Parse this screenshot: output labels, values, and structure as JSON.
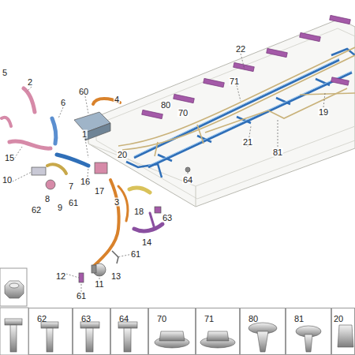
{
  "diagram": {
    "nodes": [
      {
        "text": [
          "62"
        ]
      },
      {
        "text": [
          "63"
        ]
      },
      {
        "text": [
          "64"
        ]
      },
      {
        "text": [
          "70"
        ]
      },
      {
        "text": [
          "71"
        ]
      },
      {
        "text": [
          "80"
        ]
      },
      {
        "text": [
          "81"
        ]
      },
      {
        "text": [
          "20"
        ]
      }
    ],
    "labels": [
      "5",
      "2",
      "6",
      "60",
      "4",
      "1",
      "22",
      "71",
      "80",
      "70",
      "19",
      "21",
      "81",
      "15",
      "16",
      "20",
      "64",
      "10",
      "62",
      "8",
      "9",
      "61",
      "7",
      "17",
      "3",
      "18",
      "63",
      "14",
      "61",
      "12",
      "11",
      "13",
      "61"
    ]
  }
}
